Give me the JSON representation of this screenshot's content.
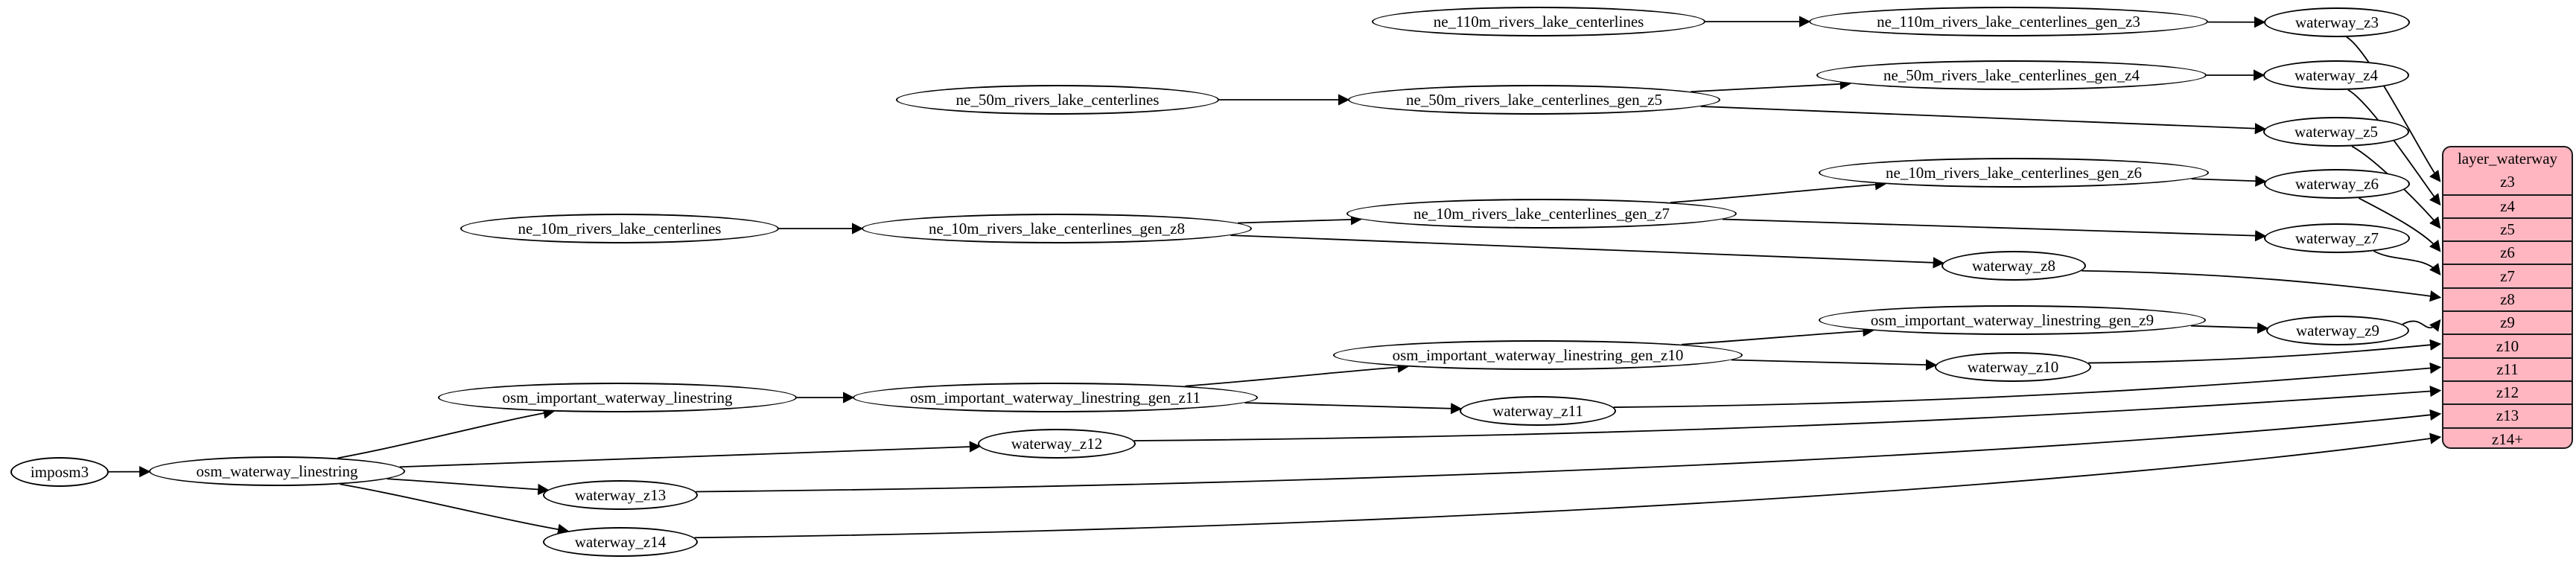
{
  "colors": {
    "background": "#ffffff",
    "node_fill": "#ffffff",
    "node_stroke": "#000000",
    "edge": "#000000",
    "record_fill": "#ffb6c1",
    "record_stroke": "#1a1a1a"
  },
  "nodes": [
    {
      "id": "imposm3",
      "label": "imposm3"
    },
    {
      "id": "osm_waterway_linestring",
      "label": "osm_waterway_linestring"
    },
    {
      "id": "osm_important_waterway_linestring",
      "label": "osm_important_waterway_linestring"
    },
    {
      "id": "osm_important_waterway_linestring_gen_z11",
      "label": "osm_important_waterway_linestring_gen_z11"
    },
    {
      "id": "osm_important_waterway_linestring_gen_z10",
      "label": "osm_important_waterway_linestring_gen_z10"
    },
    {
      "id": "osm_important_waterway_linestring_gen_z9",
      "label": "osm_important_waterway_linestring_gen_z9"
    },
    {
      "id": "ne_110m_rivers_lake_centerlines",
      "label": "ne_110m_rivers_lake_centerlines"
    },
    {
      "id": "ne_110m_rivers_lake_centerlines_gen_z3",
      "label": "ne_110m_rivers_lake_centerlines_gen_z3"
    },
    {
      "id": "ne_50m_rivers_lake_centerlines",
      "label": "ne_50m_rivers_lake_centerlines"
    },
    {
      "id": "ne_50m_rivers_lake_centerlines_gen_z5",
      "label": "ne_50m_rivers_lake_centerlines_gen_z5"
    },
    {
      "id": "ne_50m_rivers_lake_centerlines_gen_z4",
      "label": "ne_50m_rivers_lake_centerlines_gen_z4"
    },
    {
      "id": "ne_10m_rivers_lake_centerlines",
      "label": "ne_10m_rivers_lake_centerlines"
    },
    {
      "id": "ne_10m_rivers_lake_centerlines_gen_z8",
      "label": "ne_10m_rivers_lake_centerlines_gen_z8"
    },
    {
      "id": "ne_10m_rivers_lake_centerlines_gen_z7",
      "label": "ne_10m_rivers_lake_centerlines_gen_z7"
    },
    {
      "id": "ne_10m_rivers_lake_centerlines_gen_z6",
      "label": "ne_10m_rivers_lake_centerlines_gen_z6"
    },
    {
      "id": "waterway_z3",
      "label": "waterway_z3"
    },
    {
      "id": "waterway_z4",
      "label": "waterway_z4"
    },
    {
      "id": "waterway_z5",
      "label": "waterway_z5"
    },
    {
      "id": "waterway_z6",
      "label": "waterway_z6"
    },
    {
      "id": "waterway_z7",
      "label": "waterway_z7"
    },
    {
      "id": "waterway_z8",
      "label": "waterway_z8"
    },
    {
      "id": "waterway_z9",
      "label": "waterway_z9"
    },
    {
      "id": "waterway_z10",
      "label": "waterway_z10"
    },
    {
      "id": "waterway_z11",
      "label": "waterway_z11"
    },
    {
      "id": "waterway_z12",
      "label": "waterway_z12"
    },
    {
      "id": "waterway_z13",
      "label": "waterway_z13"
    },
    {
      "id": "waterway_z14",
      "label": "waterway_z14"
    }
  ],
  "record": {
    "title": "layer_waterway",
    "rows": [
      "z3",
      "z4",
      "z5",
      "z6",
      "z7",
      "z8",
      "z9",
      "z10",
      "z11",
      "z12",
      "z13",
      "z14+"
    ]
  },
  "edges": [
    {
      "from": "imposm3",
      "to": "osm_waterway_linestring"
    },
    {
      "from": "osm_waterway_linestring",
      "to": "osm_important_waterway_linestring"
    },
    {
      "from": "osm_waterway_linestring",
      "to": "waterway_z12"
    },
    {
      "from": "osm_waterway_linestring",
      "to": "waterway_z13"
    },
    {
      "from": "osm_waterway_linestring",
      "to": "waterway_z14"
    },
    {
      "from": "osm_important_waterway_linestring",
      "to": "osm_important_waterway_linestring_gen_z11"
    },
    {
      "from": "osm_important_waterway_linestring_gen_z11",
      "to": "osm_important_waterway_linestring_gen_z10"
    },
    {
      "from": "osm_important_waterway_linestring_gen_z11",
      "to": "waterway_z11"
    },
    {
      "from": "osm_important_waterway_linestring_gen_z10",
      "to": "osm_important_waterway_linestring_gen_z9"
    },
    {
      "from": "osm_important_waterway_linestring_gen_z10",
      "to": "waterway_z10"
    },
    {
      "from": "osm_important_waterway_linestring_gen_z9",
      "to": "waterway_z9"
    },
    {
      "from": "ne_110m_rivers_lake_centerlines",
      "to": "ne_110m_rivers_lake_centerlines_gen_z3"
    },
    {
      "from": "ne_110m_rivers_lake_centerlines_gen_z3",
      "to": "waterway_z3"
    },
    {
      "from": "ne_50m_rivers_lake_centerlines",
      "to": "ne_50m_rivers_lake_centerlines_gen_z5"
    },
    {
      "from": "ne_50m_rivers_lake_centerlines_gen_z5",
      "to": "ne_50m_rivers_lake_centerlines_gen_z4"
    },
    {
      "from": "ne_50m_rivers_lake_centerlines_gen_z5",
      "to": "waterway_z5"
    },
    {
      "from": "ne_50m_rivers_lake_centerlines_gen_z4",
      "to": "waterway_z4"
    },
    {
      "from": "ne_10m_rivers_lake_centerlines",
      "to": "ne_10m_rivers_lake_centerlines_gen_z8"
    },
    {
      "from": "ne_10m_rivers_lake_centerlines_gen_z8",
      "to": "ne_10m_rivers_lake_centerlines_gen_z7"
    },
    {
      "from": "ne_10m_rivers_lake_centerlines_gen_z8",
      "to": "waterway_z8"
    },
    {
      "from": "ne_10m_rivers_lake_centerlines_gen_z7",
      "to": "ne_10m_rivers_lake_centerlines_gen_z6"
    },
    {
      "from": "ne_10m_rivers_lake_centerlines_gen_z7",
      "to": "waterway_z7"
    },
    {
      "from": "ne_10m_rivers_lake_centerlines_gen_z6",
      "to": "waterway_z6"
    },
    {
      "from": "waterway_z3",
      "to": "layer_waterway.z3"
    },
    {
      "from": "waterway_z4",
      "to": "layer_waterway.z4"
    },
    {
      "from": "waterway_z5",
      "to": "layer_waterway.z5"
    },
    {
      "from": "waterway_z6",
      "to": "layer_waterway.z6"
    },
    {
      "from": "waterway_z7",
      "to": "layer_waterway.z7"
    },
    {
      "from": "waterway_z8",
      "to": "layer_waterway.z8"
    },
    {
      "from": "waterway_z9",
      "to": "layer_waterway.z9"
    },
    {
      "from": "waterway_z10",
      "to": "layer_waterway.z10"
    },
    {
      "from": "waterway_z11",
      "to": "layer_waterway.z11"
    },
    {
      "from": "waterway_z12",
      "to": "layer_waterway.z12"
    },
    {
      "from": "waterway_z13",
      "to": "layer_waterway.z13"
    },
    {
      "from": "waterway_z14",
      "to": "layer_waterway.z14+"
    }
  ]
}
